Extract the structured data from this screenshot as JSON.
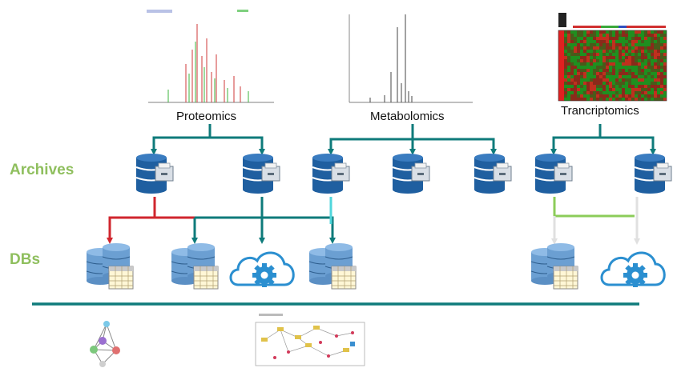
{
  "labels": {
    "proteomics": "Proteomics",
    "metabolomics": "Metabolomics",
    "transcriptomics": "Trancriptomics",
    "archives": "Archives",
    "dbs": "DBs"
  },
  "colors": {
    "side_label": "#8fbf5e",
    "teal_arrow": "#0f7b7b",
    "red_arrow": "#d0262e",
    "cyan_arrow": "#4fd6dc",
    "green_arrow": "#8ccc5a",
    "gray_arrow": "#e6e6e6",
    "db_blue": "#1f5fa0",
    "db_light": "#6b9fd2",
    "cloud": "#2b8fd0",
    "baseline": "#0f7b7b"
  },
  "icons": {
    "archive": "archive-database-icon",
    "db": "database-table-icon",
    "cloud": "cloud-gear-icon"
  }
}
